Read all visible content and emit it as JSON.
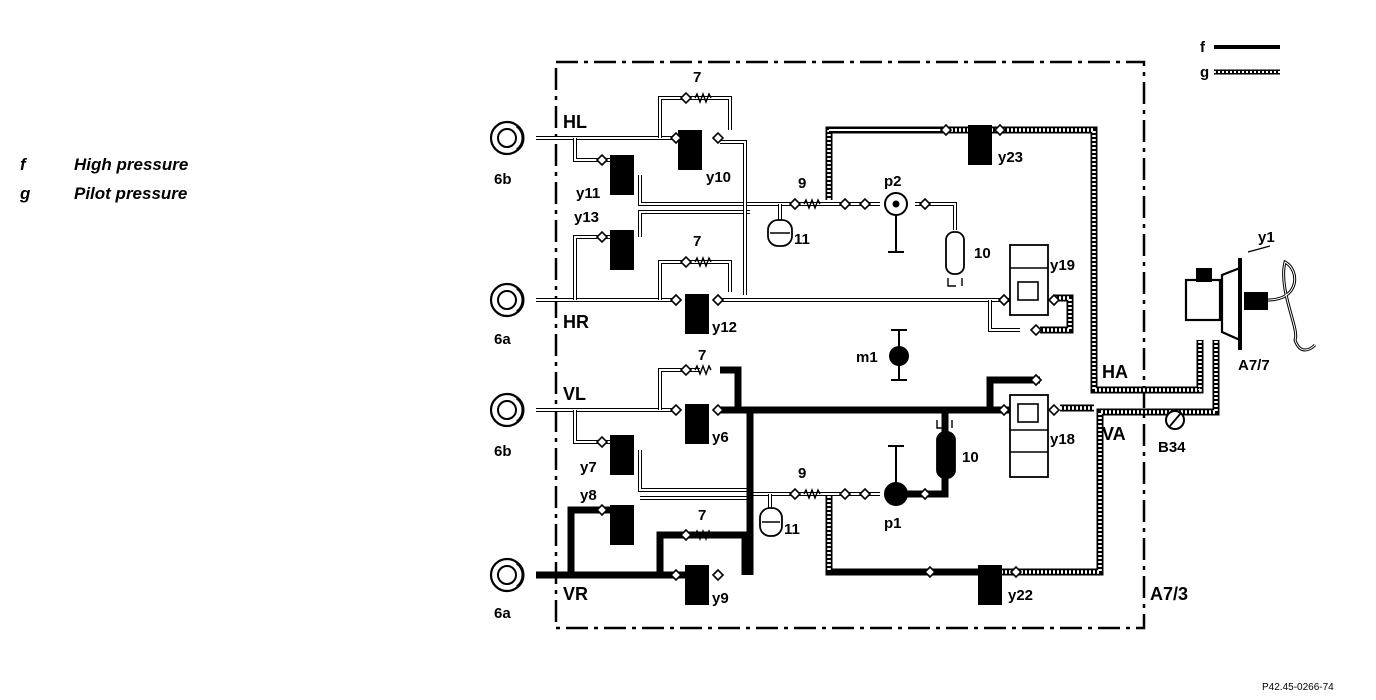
{
  "legend": {
    "f": {
      "key": "f",
      "label": "High pressure"
    },
    "g": {
      "key": "g",
      "label": "Pilot pressure"
    }
  },
  "legend_keys": {
    "f": "f",
    "g": "g"
  },
  "wheels": {
    "hl": "6b",
    "hr": "6a",
    "vl": "6b",
    "vr": "6a"
  },
  "circuits": {
    "hl": "HL",
    "hr": "HR",
    "vl": "VL",
    "vr": "VR",
    "ha": "HA",
    "va": "VA"
  },
  "valves": {
    "y10": "y10",
    "y11": "y11",
    "y13": "y13",
    "y12": "y12",
    "y6": "y6",
    "y7": "y7",
    "y8": "y8",
    "y9": "y9",
    "y23": "y23",
    "y19": "y19",
    "y18": "y18",
    "y22": "y22",
    "y1": "y1"
  },
  "components": {
    "check7": "7",
    "damper9": "9",
    "acc11": "11",
    "acc10": "10",
    "p2": "p2",
    "p1": "p1",
    "m1": "m1",
    "unit": "A7/3",
    "booster": "A7/7",
    "sensor": "B34"
  },
  "figure_code": "P42.45-0266-74"
}
